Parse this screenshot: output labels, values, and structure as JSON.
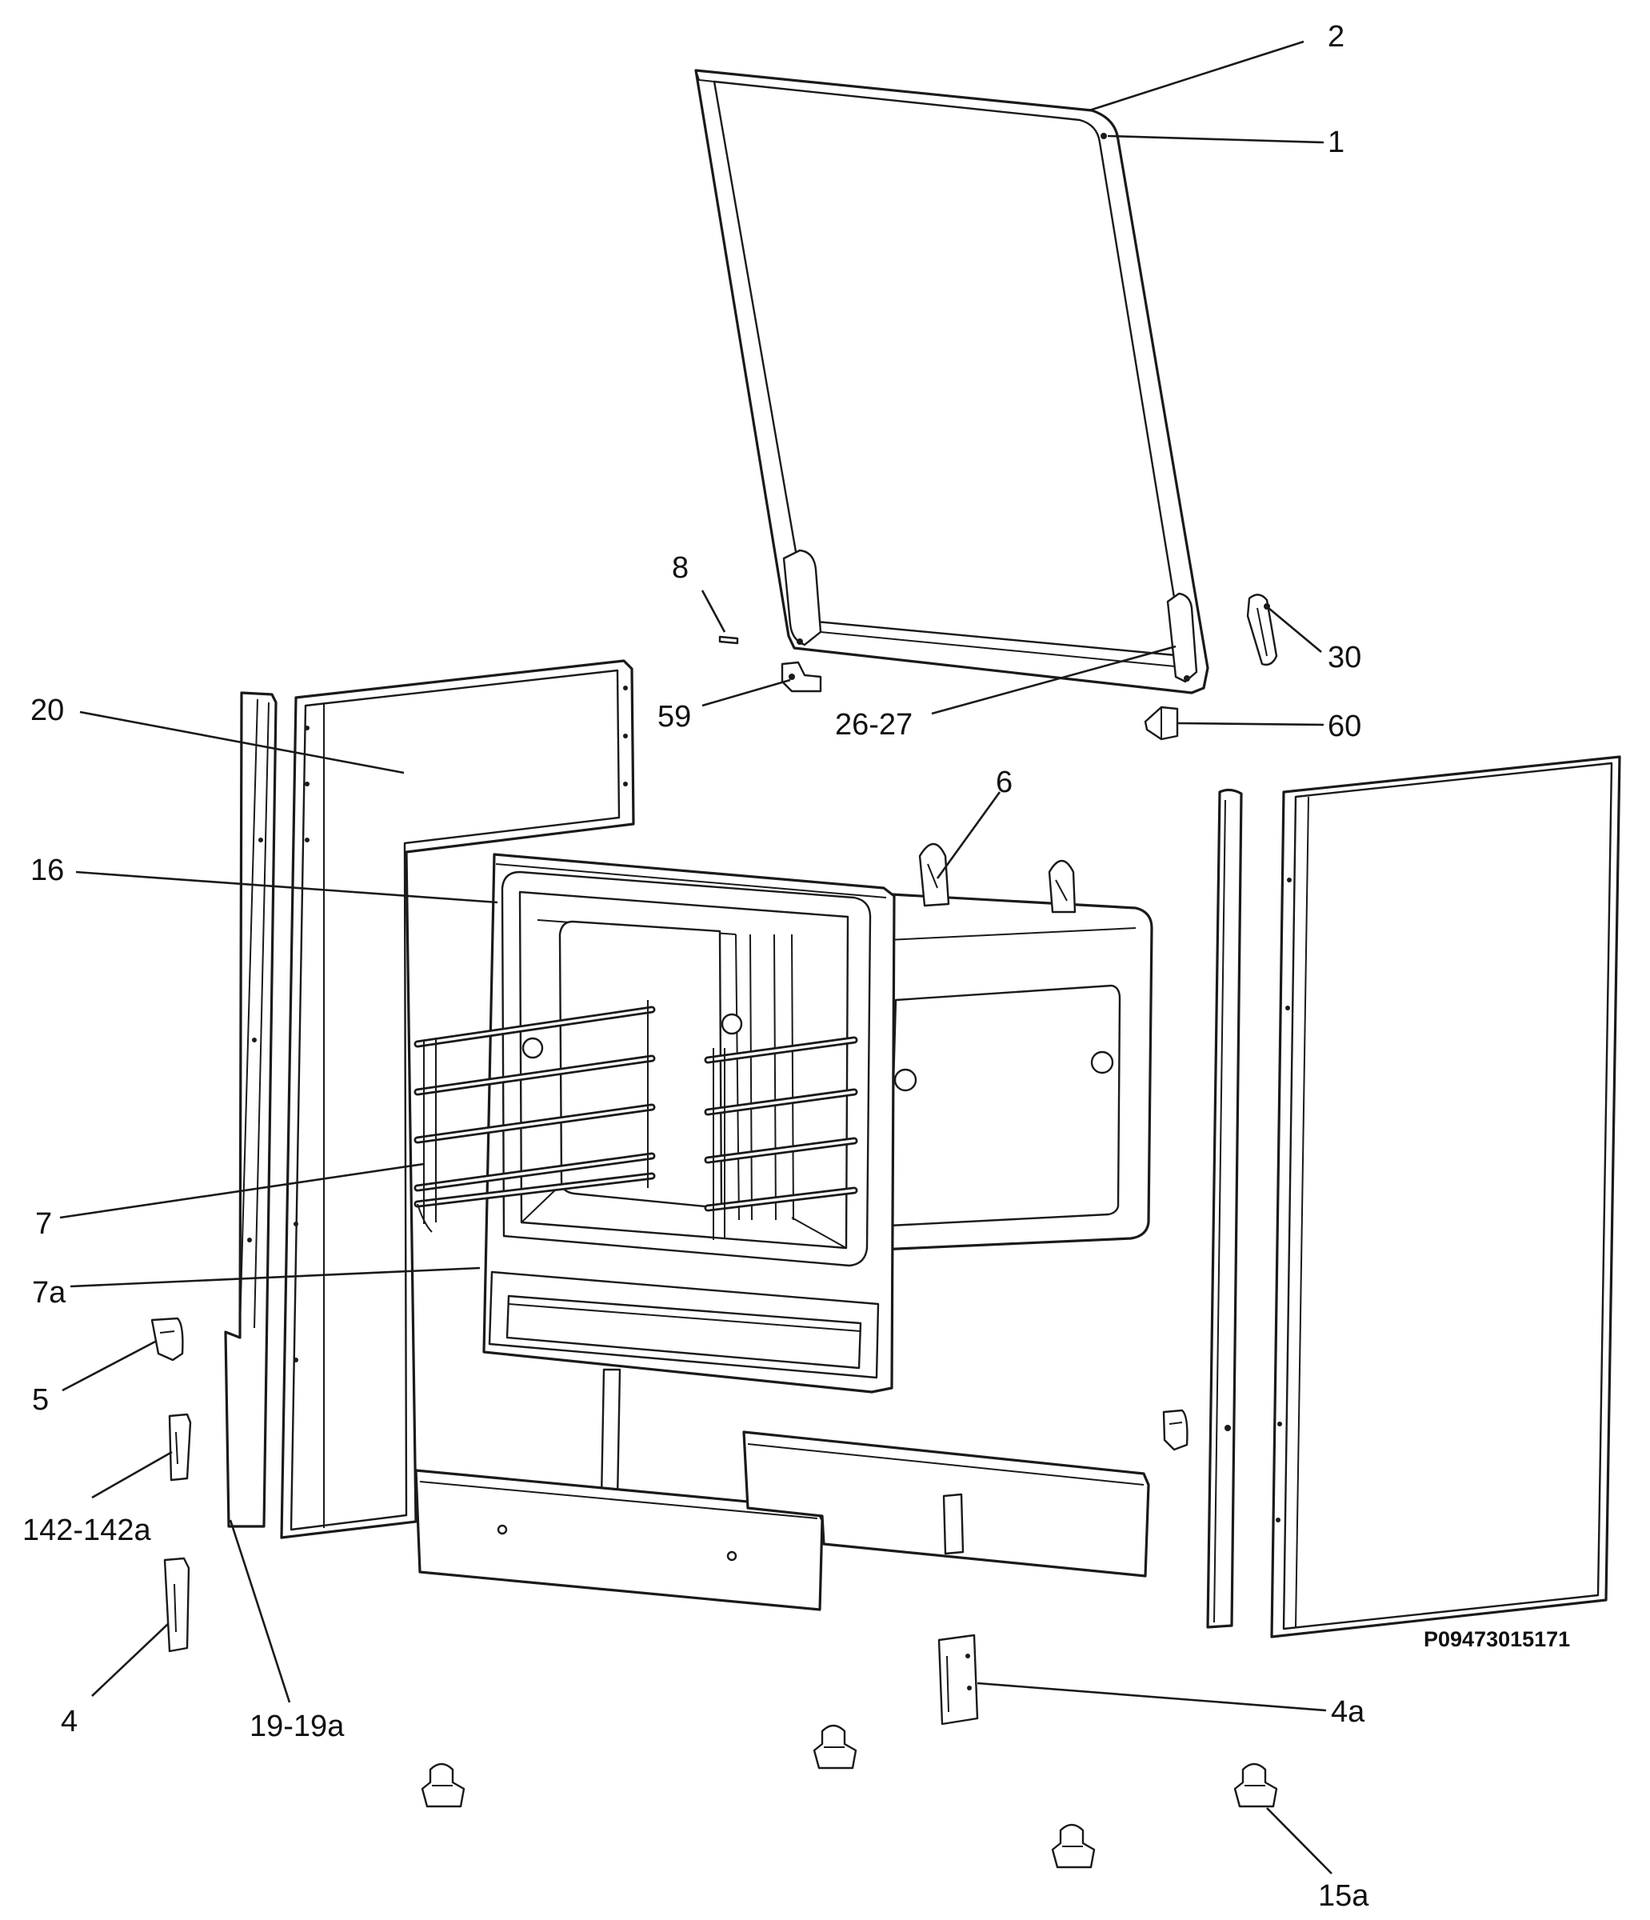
{
  "diagram": {
    "document_code": "P09473015171",
    "callouts": [
      {
        "id": "2",
        "label": "2"
      },
      {
        "id": "1",
        "label": "1"
      },
      {
        "id": "8",
        "label": "8"
      },
      {
        "id": "30",
        "label": "30"
      },
      {
        "id": "59",
        "label": "59"
      },
      {
        "id": "26-27",
        "label": "26-27"
      },
      {
        "id": "60",
        "label": "60"
      },
      {
        "id": "20",
        "label": "20"
      },
      {
        "id": "6",
        "label": "6"
      },
      {
        "id": "16",
        "label": "16"
      },
      {
        "id": "7",
        "label": "7"
      },
      {
        "id": "7a",
        "label": "7a"
      },
      {
        "id": "5",
        "label": "5"
      },
      {
        "id": "142-142a",
        "label": "142-142a"
      },
      {
        "id": "4",
        "label": "4"
      },
      {
        "id": "19-19a",
        "label": "19-19a"
      },
      {
        "id": "4a",
        "label": "4a"
      },
      {
        "id": "15a",
        "label": "15a"
      }
    ]
  }
}
